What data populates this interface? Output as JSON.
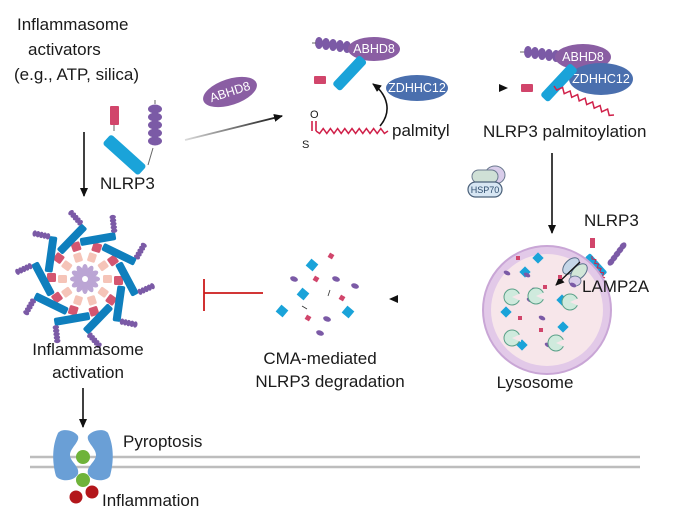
{
  "colors": {
    "nacht": "#1aa3d9",
    "pyd": "#d1456b",
    "lrr": "#7b5aa6",
    "abhd8": "#8a5ea3",
    "zdhhc12": "#4a6fae",
    "palmityl": "#d0214a",
    "arrow": "#111111",
    "inhibit": "#cc1a1a",
    "lysosome_fill": "#f7e6ea",
    "lysosome_ring": "#c9a6d6",
    "gsdmd": "#6a9fd6",
    "il_green": "#6fb33a",
    "il_red": "#b3161b",
    "membrane": "#bdbdbd",
    "asc_dark": "#d45670",
    "asc_light": "#f5c4b8",
    "caspase_core": "#bba5d4",
    "inflammasome_arm": "#0f7fbd"
  },
  "labels": {
    "activators_line1": "Inflammasome",
    "activators_line2": "activators",
    "activators_line3": "(e.g., ATP, silica)",
    "nlrp3": "NLRP3",
    "abhd8_free": "ABHD8",
    "abhd8_complex": "ABHD8",
    "zdhhc12": "ZDHHC12",
    "palmityl": "palmityl",
    "thioester_o": "O",
    "thioester_s": "S",
    "abhd8_palm": "ABHD8",
    "zdhhc12_palm": "ZDHHC12",
    "palmitoylation": "NLRP3 palmitoylation",
    "hsp70": "HSP70",
    "nlrp3_lyso": "NLRP3",
    "lamp2a": "LAMP2A",
    "lysosome": "Lysosome",
    "cma_line1": "CMA-mediated",
    "cma_line2": "NLRP3 degradation",
    "inflammasome_line1": "Inflammasome",
    "inflammasome_line2": "activation",
    "pyroptosis": "Pyroptosis",
    "inflammation": "Inflammation"
  }
}
